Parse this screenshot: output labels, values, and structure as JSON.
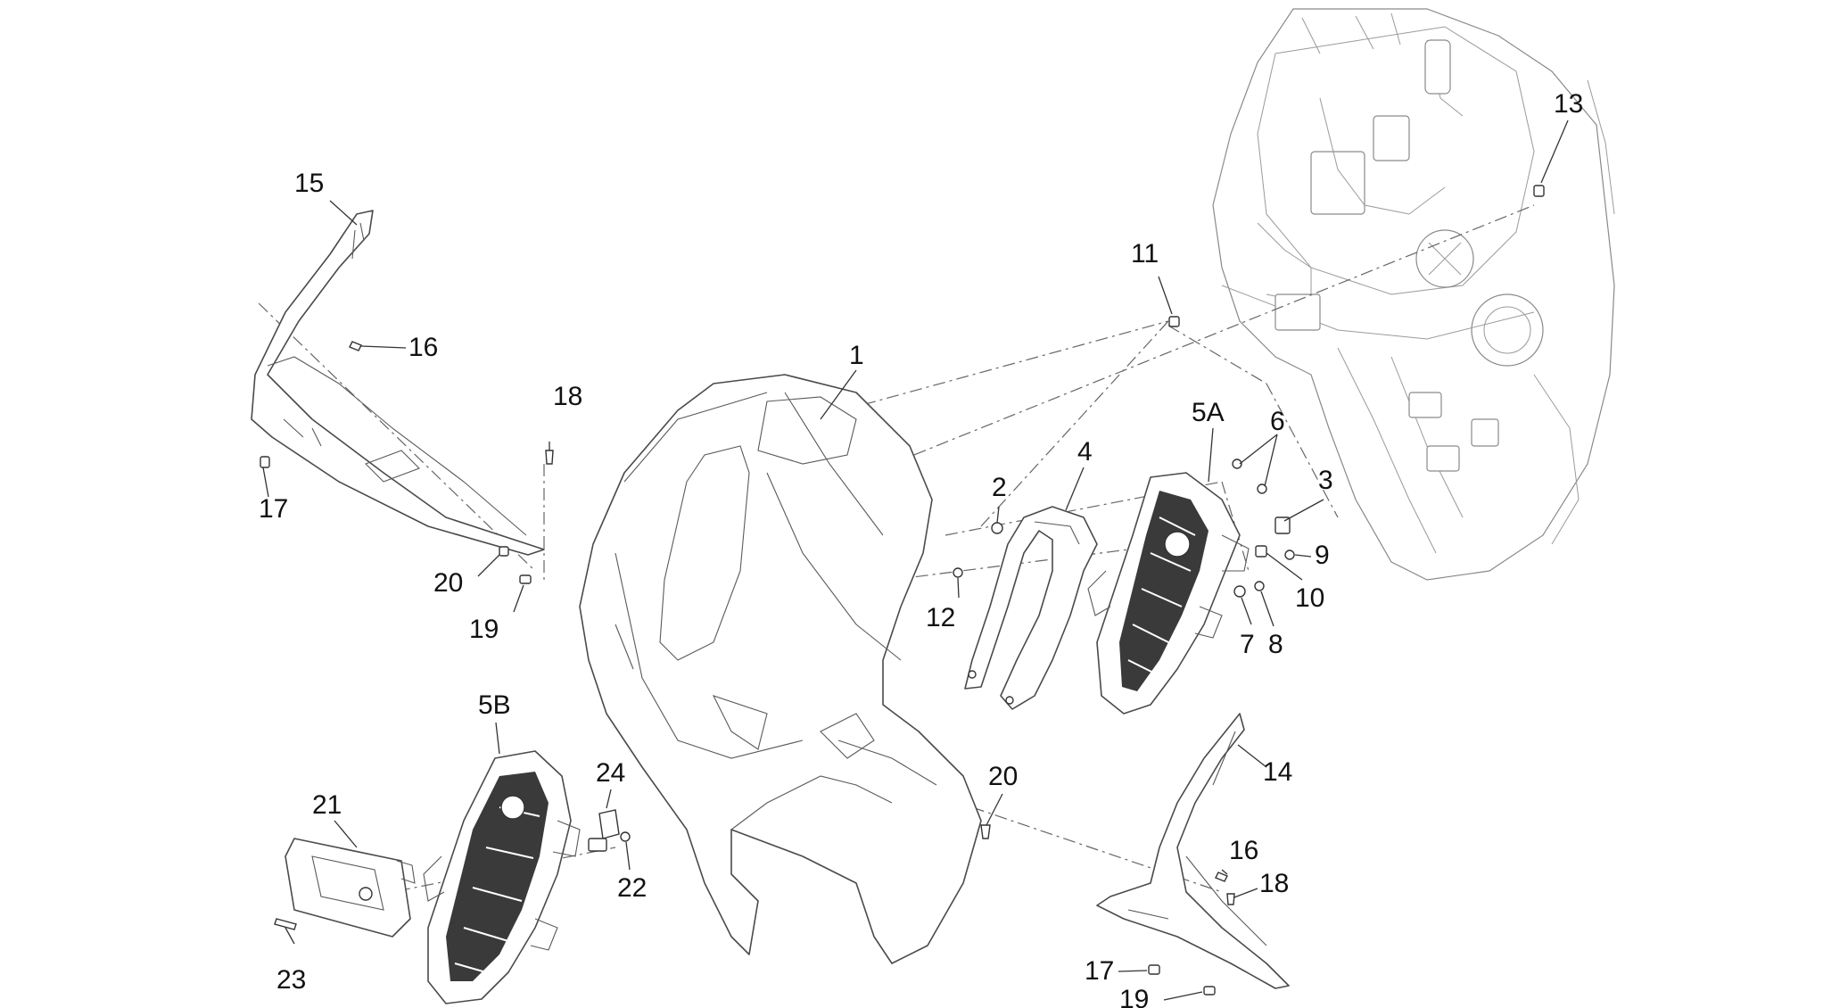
{
  "callouts": {
    "c1": "1",
    "c2": "2",
    "c3": "3",
    "c4": "4",
    "c5a": "5A",
    "c5b": "5B",
    "c6": "6",
    "c7": "7",
    "c8": "8",
    "c9": "9",
    "c10": "10",
    "c11": "11",
    "c12": "12",
    "c13": "13",
    "c14": "14",
    "c15": "15",
    "c16a": "16",
    "c16b": "16",
    "c17a": "17",
    "c17b": "17",
    "c18a": "18",
    "c18b": "18",
    "c19a": "19",
    "c19b": "19",
    "c20a": "20",
    "c20b": "20",
    "c21": "21",
    "c22": "22",
    "c23": "23",
    "c24": "24"
  },
  "colors": {
    "line": "#4a4a4a",
    "faint_line": "#8a8a8a",
    "mesh": "#3a3a3a",
    "text": "#111111",
    "background": "#ffffff"
  }
}
